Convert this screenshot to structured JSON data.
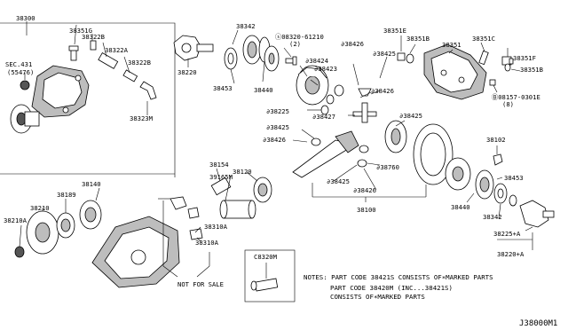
{
  "diagram_code": "J38000M1",
  "notes": {
    "line1": "NOTES: PART CODE 38421S CONSISTS OF∗MARKED PARTS",
    "line2": "PART CODE 38420M (INC...38421S)",
    "line3": "CONSISTS OF∗MARKED PARTS"
  },
  "not_for_sale": "NOT FOR SALE",
  "sec_ref": {
    "line1": "SEC.431",
    "line2": "(55476)"
  },
  "callouts": {
    "c38300": "38300",
    "c38351G": "38351G",
    "c38322B_a": "38322B",
    "c38322A": "38322A",
    "c38322B_b": "38322B",
    "c38323M": "38323M",
    "c38220_top": "38220",
    "c38342_top": "38342",
    "c38453_top": "38453",
    "c38440_top": "38440",
    "c08320": "ⓢ08320-61210",
    "c08320_qty": "(2)",
    "c38424": "∂38424",
    "c38423": "∂38423",
    "c38426_a": "∂38426",
    "c38425_a": "∂38425",
    "c38225": "∂38225",
    "c38427": "∂38427",
    "c38425_b": "∂38425",
    "c38426_b": "∂38426",
    "c38426_c": "∂38426",
    "c38425_c": "∂38425",
    "c38760": "∂38760",
    "c38425_d": "∂38425",
    "c38426_d": "∂38426",
    "c38100": "38100",
    "c38351E": "38351E",
    "c38351B": "38351B",
    "c38351": "38351",
    "c38351C": "38351C",
    "c38351F": "38351F",
    "c38351B_b": "38351B",
    "c08157": "Ⓑ08157-0301E",
    "c08157_qty": "(8)",
    "c38102": "38102",
    "c38453_r": "38453",
    "c38440_r": "38440",
    "c38342_r": "38342",
    "c38225A": "38225+A",
    "c38220A": "38220+A",
    "c38154": "38154",
    "c38120": "38120",
    "c39165M": "39165M",
    "c38140": "38140",
    "c38189": "38189",
    "c38210": "38210",
    "c38210A": "38210A",
    "c38310A_a": "38310A",
    "c38310A_b": "38310A",
    "c38320M": "C8320M"
  }
}
